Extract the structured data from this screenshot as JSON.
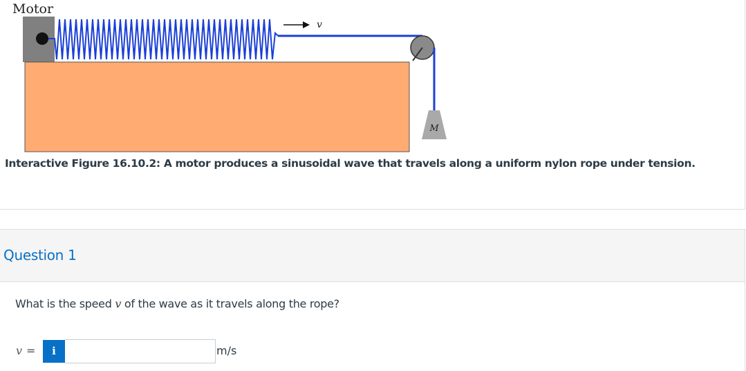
{
  "figure": {
    "motor_label": "Motor",
    "velocity_label": "v",
    "mass_label": "M",
    "colors": {
      "block": "#ffab72",
      "rope": "#1a3fd6",
      "motor": "#808080",
      "pulley": "#8a8a8a"
    }
  },
  "caption": "Interactive Figure 16.10.2: A motor produces a sinusoidal wave that travels along a uniform nylon rope under tension.",
  "question": {
    "title": "Question 1",
    "text_before": "What is the speed ",
    "text_var": "v",
    "text_after": " of the wave as it travels along the rope?",
    "answer": {
      "variable": "v",
      "equals": "=",
      "info_icon": "info-icon",
      "info_label": "i",
      "input_value": "",
      "unit": "m/s"
    }
  }
}
